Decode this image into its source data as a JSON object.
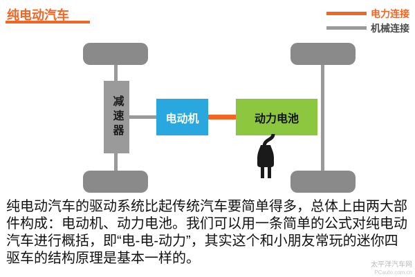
{
  "title": "纯电动汽车",
  "legend": {
    "electric": {
      "label": "电力连接",
      "color": "#F26522"
    },
    "mechanical": {
      "label": "机械连接",
      "color": "#9A9A9A"
    }
  },
  "diagram": {
    "reducer_label": "减速器",
    "motor_label": "电动机",
    "battery_label": "动力电池",
    "motor_color": "#29A8DF",
    "battery_color": "#8DC63F"
  },
  "description": "纯电动汽车的驱动系统比起传统汽车要简单得多，总体上由两大部件构成：电动机、动力电池。我们可以用一条简单的公式对纯电动汽车进行概括，即“电-电-动力”，其实这个和小朋友常玩的迷你四驱车的结构原理是基本一样的。",
  "watermark": {
    "site_name": "太平洋汽车网",
    "site_url": "PCauto.com.cn"
  }
}
